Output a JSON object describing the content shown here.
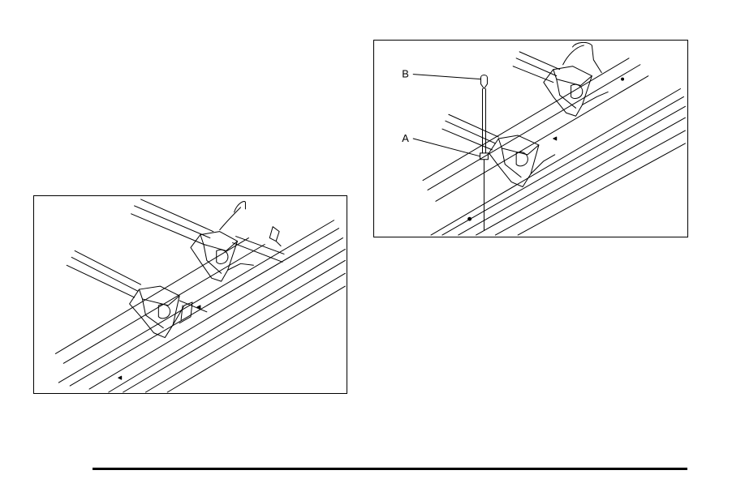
{
  "figures": [
    {
      "id": "roof-rack-crossbars",
      "callouts": []
    },
    {
      "id": "roof-rack-crossbar-fastener",
      "callouts": [
        {
          "label": "B"
        },
        {
          "label": "A"
        }
      ]
    }
  ],
  "colors": {
    "line": "#000000",
    "background": "#ffffff"
  }
}
